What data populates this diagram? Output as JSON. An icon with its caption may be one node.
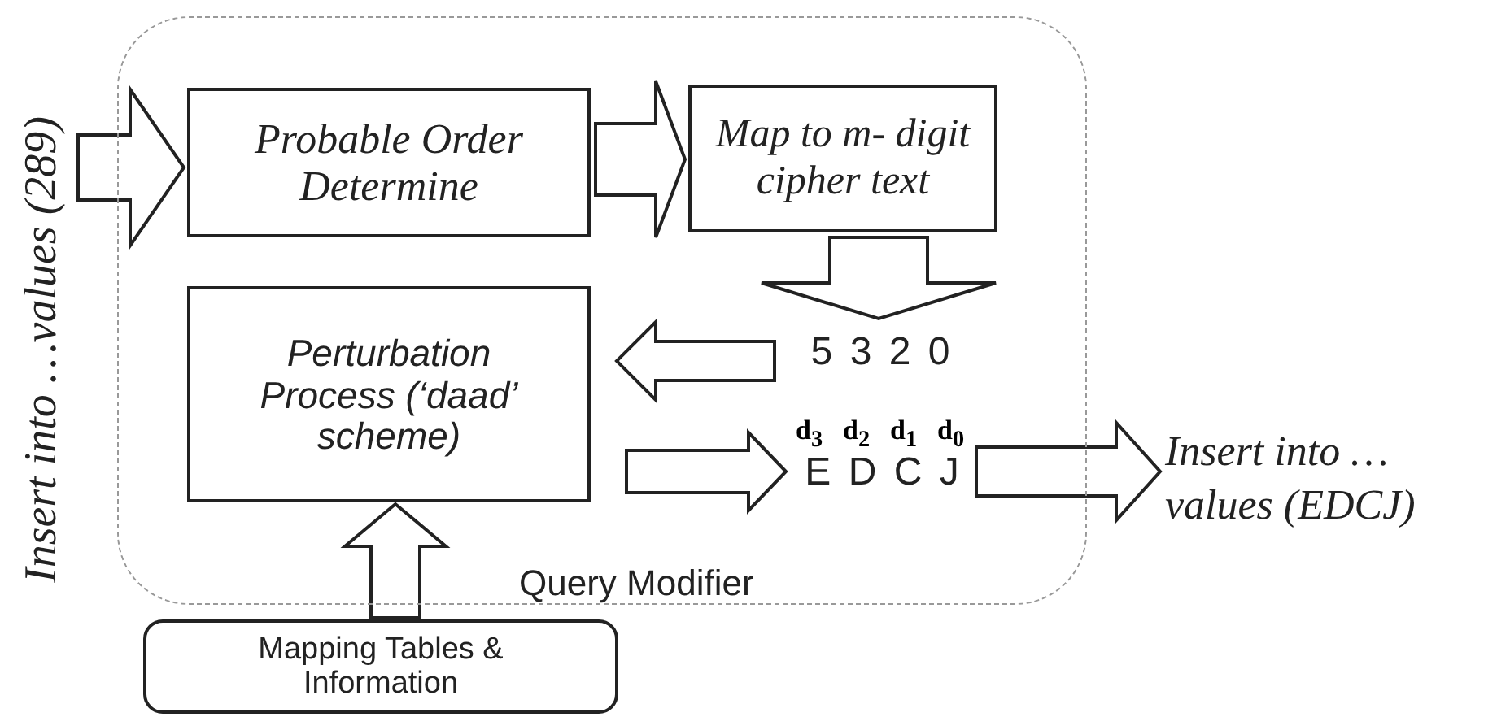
{
  "diagram": {
    "nodes": [
      {
        "text": [
          "Query Modifier"
        ]
      },
      {
        "text": [
          "Probable Order Determine"
        ],
        "in": 0
      },
      {
        "text": [
          "Map to m- digit cipher text"
        ],
        "in": 0
      },
      {
        "text": [
          "Perturbation Process (‘daad’ scheme)"
        ],
        "in": 0
      },
      {
        "text": [
          "5 3 2 0"
        ],
        "in": 0
      },
      {
        "text": [
          "E D C J"
        ],
        "in": 0
      },
      {
        "text": [
          "Insert into …values (289)"
        ]
      },
      {
        "text": [
          "Insert into … values (EDCJ)"
        ]
      },
      {
        "text": [
          "Mapping Tables & Information"
        ]
      }
    ],
    "edges": [
      {
        "from": 6,
        "to": 1,
        "arrow": "to"
      },
      {
        "from": 1,
        "to": 2,
        "arrow": "to"
      },
      {
        "from": 2,
        "to": 4,
        "arrow": "to"
      },
      {
        "from": 4,
        "to": 3,
        "arrow": "to"
      },
      {
        "from": 3,
        "to": 5,
        "arrow": "to"
      },
      {
        "from": 5,
        "to": 7,
        "arrow": "to"
      },
      {
        "from": 8,
        "to": 3,
        "arrow": "to"
      }
    ],
    "labels": [
      "d$_{3}$",
      "d$_{2}$",
      "d$_{1}$",
      "d$_{0}$"
    ]
  }
}
